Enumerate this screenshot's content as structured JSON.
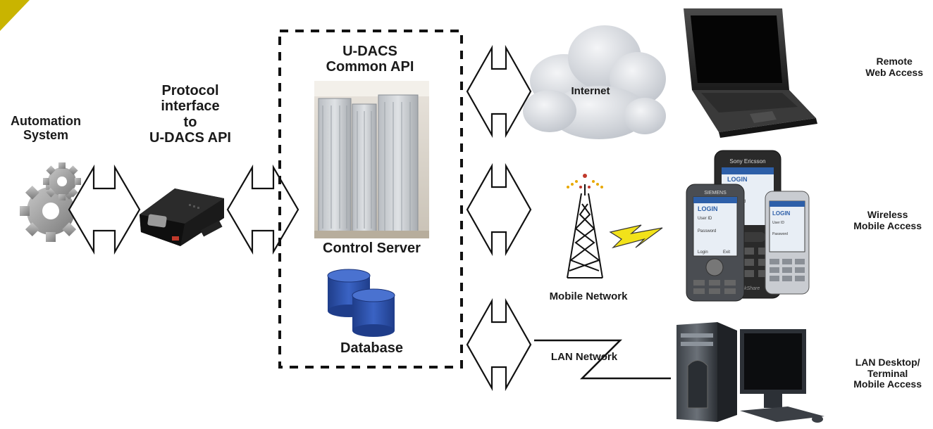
{
  "labels": {
    "automation_system": [
      "Automation",
      "System"
    ],
    "protocol_interface": [
      "Protocol",
      "interface",
      "to",
      "U-DACS API"
    ],
    "common_api": [
      "U-DACS",
      "Common API"
    ],
    "control_server": "Control Server",
    "database": "Database",
    "internet": "Internet",
    "mobile_network": "Mobile Network",
    "lan_network": "LAN Network",
    "remote_web_access": [
      "Remote",
      "Web Access"
    ],
    "wireless_mobile_access": [
      "Wireless",
      "Mobile Access"
    ],
    "lan_desktop_access": [
      "LAN Desktop/",
      "Terminal",
      "Mobile Access"
    ]
  },
  "device_screen_text": {
    "phone_brand_1": "Sony Ericsson",
    "phone_brand_2": "SIEMENS",
    "login": "LOGIN",
    "user_id": "User ID",
    "password": "Password",
    "login_softkey": "Login",
    "exit_softkey": "Exit",
    "quickshare": "QuickShare"
  },
  "colors": {
    "corner_accent": "#c9b400",
    "database": "#2a4a9c",
    "lightning": "#f2e21a",
    "arrow_stroke": "#111111"
  }
}
